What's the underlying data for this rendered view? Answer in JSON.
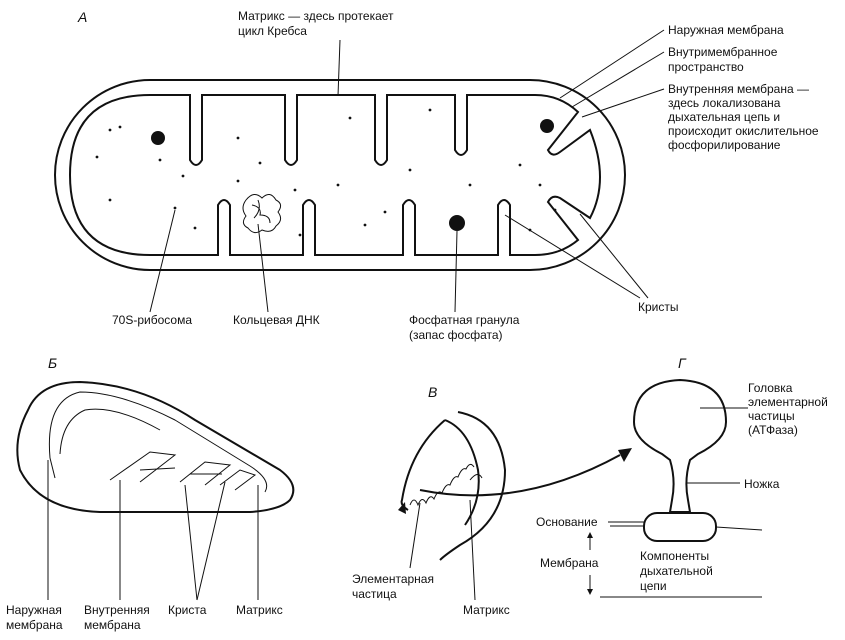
{
  "panels": {
    "a": {
      "letter": "А",
      "matrix": [
        "Матрикс — здесь протекает",
        "цикл Кребса"
      ],
      "outer_membrane": "Наружная мембрана",
      "intermembrane": [
        "Внутримембранное",
        "пространство"
      ],
      "inner_membrane": [
        "Внутренняя мембрана —",
        "здесь локализована",
        "дыхательная цепь и",
        "происходит окислительное",
        "фосфорилирование"
      ],
      "ribosome": "70S-рибосома",
      "dna": "Кольцевая ДНК",
      "granule": [
        "Фосфатная гранула",
        "(запас фосфата)"
      ],
      "cristae": "Кристы"
    },
    "b": {
      "letter": "Б",
      "outer_membrane": [
        "Наружная",
        "мембрана"
      ],
      "inner_membrane": [
        "Внутренняя",
        "мембрана"
      ],
      "crista": "Криста",
      "matrix": "Матрикс"
    },
    "c": {
      "letter": "В",
      "particle": [
        "Элементарная",
        "частица"
      ],
      "matrix": "Матрикс"
    },
    "d": {
      "letter": "Г",
      "head": [
        "Головка",
        "элементарной",
        "частицы",
        "(АТФаза)"
      ],
      "stalk": "Ножка",
      "base": "Основание",
      "membrane": "Мембрана",
      "components": [
        "Компоненты",
        "дыхательной",
        "цепи"
      ]
    }
  }
}
